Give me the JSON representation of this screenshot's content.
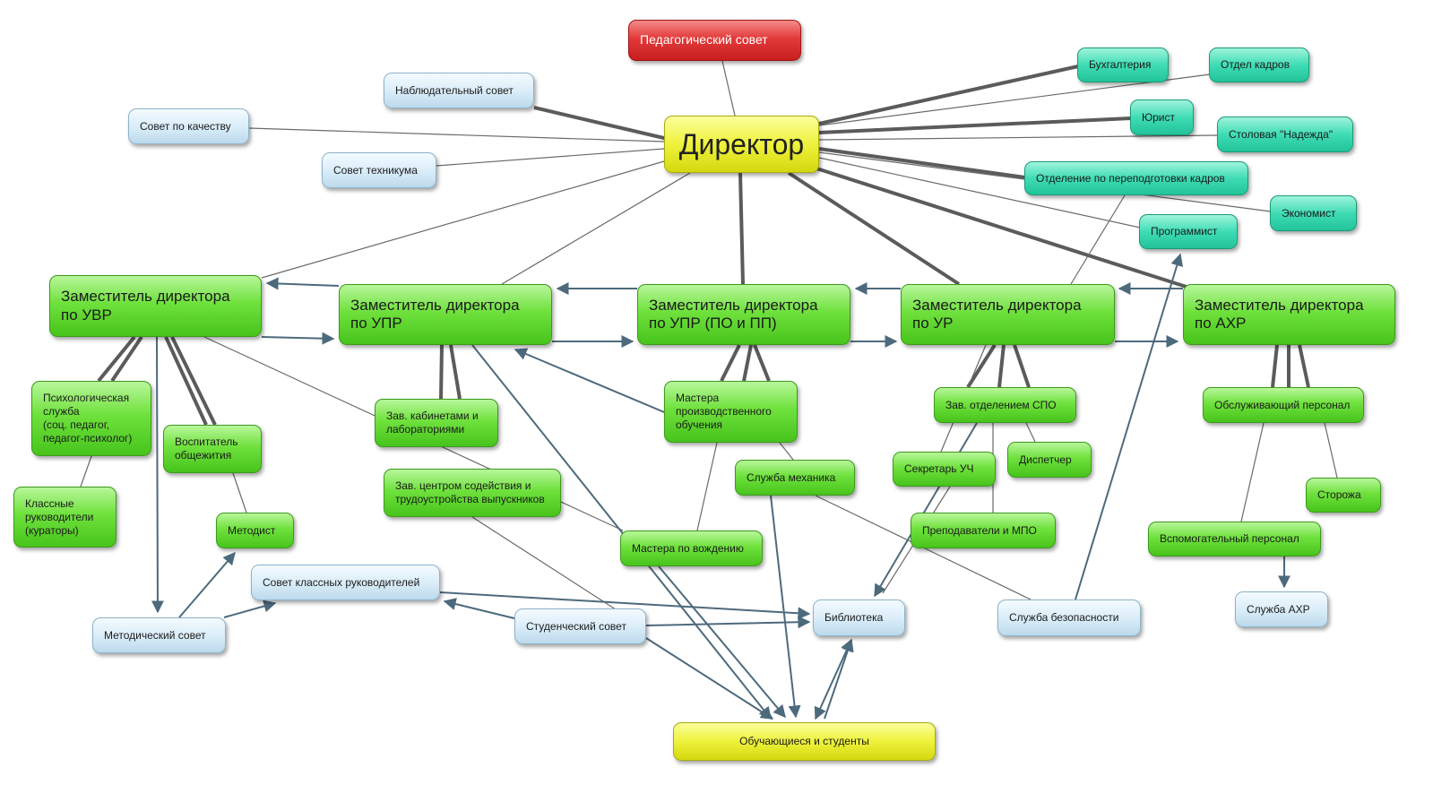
{
  "nodes": {
    "pedsovet": "Педагогический совет",
    "director": "Директор",
    "nablyud": "Наблюдательный совет",
    "kachestvo": "Совет по качеству",
    "sovet_teh": "Совет техникума",
    "buh": "Бухгалтерия",
    "kadry": "Отдел кадров",
    "yurist": "Юрист",
    "stolovaya": "Столовая \"Надежда\"",
    "perepodg": "Отделение по переподготовки кадров",
    "ekonomist": "Экономист",
    "programmist": "Программист",
    "zam_uvr": "Заместитель директора\nпо УВР",
    "zam_upr": "Заместитель директора\nпо УПР",
    "zam_upr_po": "Заместитель директора\nпо УПР (ПО и ПП)",
    "zam_ur": "Заместитель директора\nпо УР",
    "zam_ahr": "Заместитель директора\nпо АХР",
    "psih": "Психологическая\nслужба\n(соц. педагог,\nпедагог-психолог)",
    "vospit": "Воспитатель\nобщежития",
    "klass_ruk": "Классные\nруководители\n(кураторы)",
    "metodist": "Методист",
    "zav_kab": "Зав. кабинетами и\nлабораториями",
    "zav_centr": "Зав. центром содействия и\nтрудоустройства выпускников",
    "mastera_po": "Мастера\n производственного\nобучения",
    "sluzhba_meh": "Служба механика",
    "mastera_voz": "Мастера по вождению",
    "zav_spo": "Зав. отделением СПО",
    "sekretar": "Секретарь УЧ",
    "dispetcher": "Диспетчер",
    "prepod": "Преподаватели и МПО",
    "obsl": "Обслуживающий персонал",
    "storozha": "Сторожа",
    "vspom": "Вспомогательный персонал",
    "sl_ahr": "Служба АХР",
    "sovet_klass": "Совет классных руководителей",
    "metod_sovet": "Методический совет",
    "stud_sovet": "Студенческий совет",
    "biblioteka": "Библиотека",
    "bezopas": "Служба безопасности",
    "obuch": "Обучающиеся и студенты"
  },
  "colors": {
    "thick_line": "#5b5b5b",
    "thin_line": "#6a6a6a",
    "arrow": "#4d6a7d"
  }
}
